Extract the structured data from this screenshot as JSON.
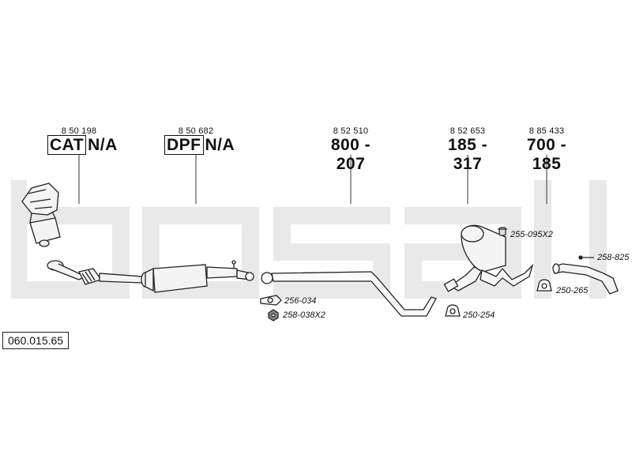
{
  "watermark": "bosal",
  "diagram_id": "060.015.65",
  "parts": [
    {
      "code": "8 50 198",
      "badge": "CAT",
      "number": "N/A"
    },
    {
      "code": "8 50 682",
      "badge": "DPF",
      "number": "N/A"
    },
    {
      "code": "8 52 510",
      "badge": "",
      "number": "800 - 207"
    },
    {
      "code": "8 52 653",
      "badge": "",
      "number": "185 - 317"
    },
    {
      "code": "8 85 433",
      "badge": "",
      "number": "700 - 185"
    }
  ],
  "fittings": [
    {
      "label": "256-034",
      "icon": "gasket-icon"
    },
    {
      "label": "258-038X2",
      "icon": "nut-icon"
    },
    {
      "label": "250-254",
      "icon": "clamp-icon"
    },
    {
      "label": "255-095X2",
      "icon": "rubber-mount-icon"
    },
    {
      "label": "250-265",
      "icon": "clamp-icon"
    },
    {
      "label": "258-825",
      "icon": "bolt-icon"
    }
  ]
}
